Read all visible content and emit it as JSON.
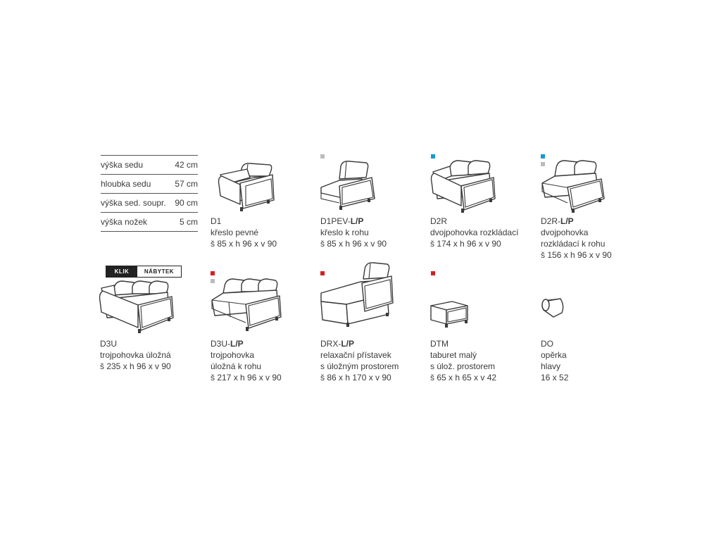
{
  "colors": {
    "grey_mark": "#bcbcbc",
    "blue_mark": "#1a98d1",
    "red_mark": "#d32121",
    "line": "#3a3a3a"
  },
  "specs": [
    {
      "label": "výška sedu",
      "value": "42 cm"
    },
    {
      "label": "hloubka sedu",
      "value": "57 cm"
    },
    {
      "label": "výška sed. soupr.",
      "value": "90 cm"
    },
    {
      "label": "výška nožek",
      "value": "5 cm"
    }
  ],
  "logo": {
    "part1": "KLIK",
    "part2": "NÁBYTEK"
  },
  "items": [
    {
      "code": "D1",
      "code_suffix": "",
      "lines": [
        "křeslo pevné",
        "š 85 x h 96 x v 90"
      ],
      "marks": []
    },
    {
      "code": "D1PEV-",
      "code_suffix": "L/P",
      "lines": [
        "křeslo k rohu",
        "š 85 x h 96 x v 90"
      ],
      "marks": [
        "grey"
      ]
    },
    {
      "code": "D2R",
      "code_suffix": "",
      "lines": [
        "dvojpohovka rozkládací",
        "š 174 x h 96 x v 90"
      ],
      "marks": [
        "blue"
      ]
    },
    {
      "code": "D2R-",
      "code_suffix": "L/P",
      "lines": [
        "dvojpohovka",
        "rozkládací k rohu",
        "š 156 x h 96 x v 90"
      ],
      "marks": [
        "blue",
        "grey"
      ]
    },
    {
      "code": "D3U",
      "code_suffix": "",
      "lines": [
        "trojpohovka úložná",
        "š 235 x h 96 x v 90"
      ],
      "marks": []
    },
    {
      "code": "D3U-",
      "code_suffix": "L/P",
      "lines": [
        "trojpohovka",
        "úložná k rohu",
        "š 217 x h 96 x v 90"
      ],
      "marks": [
        "red",
        "grey"
      ]
    },
    {
      "code": "DRX-",
      "code_suffix": "L/P",
      "lines": [
        "relaxační přístavek",
        "s úložným prostorem",
        "š 86 x h 170 x v 90"
      ],
      "marks": [
        "red"
      ]
    },
    {
      "code": "DTM",
      "code_suffix": "",
      "lines": [
        "taburet malý",
        "s úlož. prostorem",
        "š 65 x h 65 x v 42"
      ],
      "marks": [
        "red"
      ]
    },
    {
      "code": "DO",
      "code_suffix": "",
      "lines": [
        "opěrka",
        "hlavy",
        "16 x 52"
      ],
      "marks": []
    }
  ]
}
